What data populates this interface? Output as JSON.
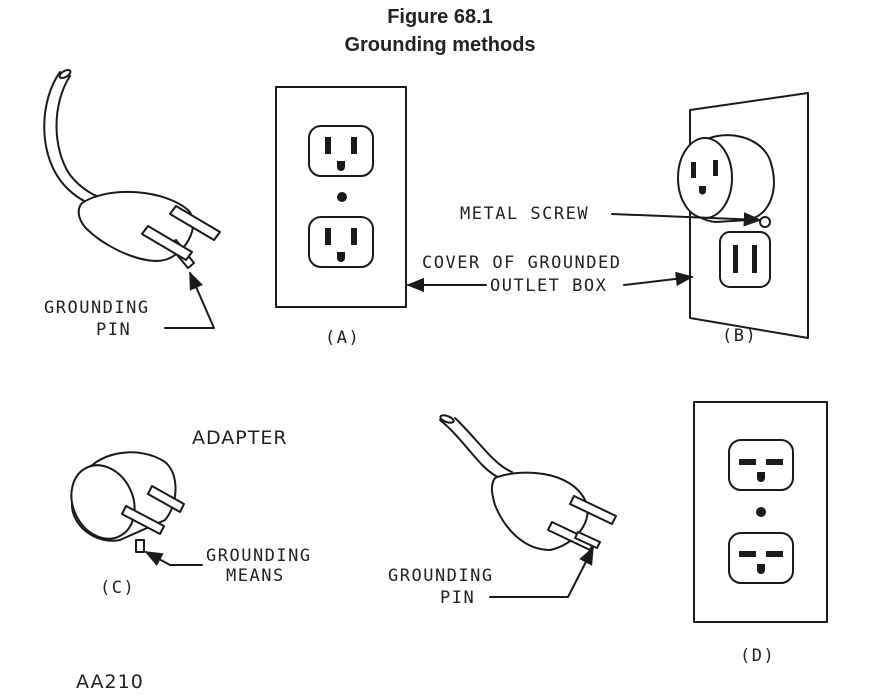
{
  "figure": {
    "title": "Figure 68.1",
    "subtitle": "Grounding methods"
  },
  "labels": {
    "grounding_pin_a_line1": "GROUNDING",
    "grounding_pin_a_line2": "PIN",
    "panel_a": "(A)",
    "panel_b": "(B)",
    "panel_c": "(C)",
    "panel_d": "(D)",
    "metal_screw": "METAL SCREW",
    "cover_line1": "COVER OF GROUNDED",
    "cover_line2": "OUTLET BOX",
    "adapter": "ADAPTER",
    "grounding_means_line1": "GROUNDING",
    "grounding_means_line2": "MEANS",
    "grounding_pin_d_line1": "GROUNDING",
    "grounding_pin_d_line2": "PIN",
    "code": "AA210"
  },
  "icons": {
    "plug_a": "three-prong-plug-icon",
    "outlet_a": "duplex-outlet-icon",
    "outlet_b": "wall-outlet-with-adapter-icon",
    "adapter_c": "grounding-adapter-icon",
    "plug_d": "three-prong-plug-icon",
    "outlet_d": "duplex-outlet-icon"
  }
}
